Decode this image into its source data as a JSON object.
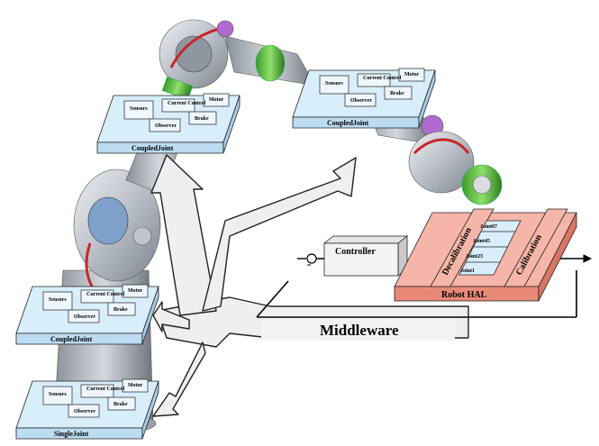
{
  "modules": {
    "top_left": {
      "title": "CoupledJoint",
      "blocks": [
        "Sensors",
        "Current Control",
        "Motor",
        "Observer",
        "Brake"
      ]
    },
    "top_right": {
      "title": "CoupledJoint",
      "blocks": [
        "Sensors",
        "Current Control",
        "Motor",
        "Observer",
        "Brake"
      ]
    },
    "mid_left": {
      "title": "CoupledJoint",
      "blocks": [
        "Sensors",
        "Current Control",
        "Motor",
        "Observer",
        "Brake"
      ]
    },
    "bot_left": {
      "title": "SingleJoint",
      "blocks": [
        "Sensors",
        "Current Control",
        "Motor",
        "Observer",
        "Brake"
      ]
    }
  },
  "middleware": {
    "label": "Middleware"
  },
  "controller": {
    "label": "Controller"
  },
  "hal": {
    "label": "Robot HAL",
    "left": "Decalibration",
    "right": "Calibration",
    "joints": [
      "Joint67",
      "Joint45",
      "Joint23",
      "Joint1"
    ]
  },
  "colors": {
    "module_fill": "#d9eefb",
    "module_edge": "#1a1a1a",
    "hal_fill": "#f5b5a8",
    "hal_dark": "#e88a78",
    "middleware_fill": "#f2f2f2",
    "robot_metal": "#c9ccd1",
    "robot_green": "#5fbf3f",
    "robot_red": "#c8262a"
  }
}
